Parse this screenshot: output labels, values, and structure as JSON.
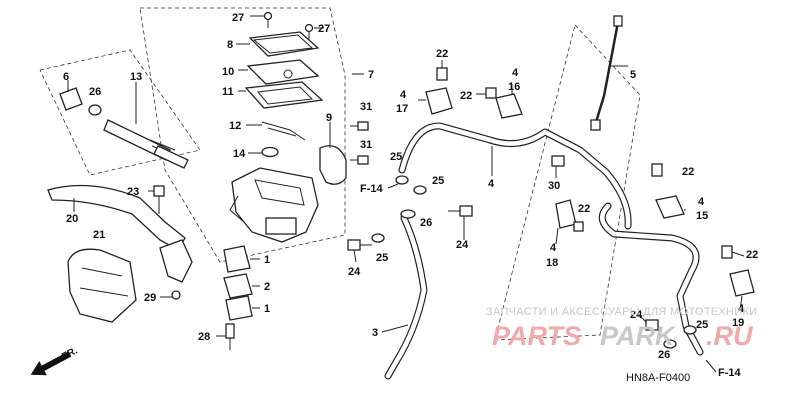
{
  "diagram": {
    "callouts": [
      {
        "id": "c27a",
        "label": "27"
      },
      {
        "id": "c27b",
        "label": "27"
      },
      {
        "id": "c8",
        "label": "8"
      },
      {
        "id": "c10",
        "label": "10"
      },
      {
        "id": "c11",
        "label": "11"
      },
      {
        "id": "c7",
        "label": "7"
      },
      {
        "id": "c6",
        "label": "6"
      },
      {
        "id": "c13",
        "label": "13"
      },
      {
        "id": "c26a",
        "label": "26"
      },
      {
        "id": "c12",
        "label": "12"
      },
      {
        "id": "c14",
        "label": "14"
      },
      {
        "id": "c9",
        "label": "9"
      },
      {
        "id": "c31a",
        "label": "31"
      },
      {
        "id": "c31b",
        "label": "31"
      },
      {
        "id": "c23",
        "label": "23"
      },
      {
        "id": "c20",
        "label": "20"
      },
      {
        "id": "c21",
        "label": "21"
      },
      {
        "id": "c1a",
        "label": "1"
      },
      {
        "id": "c2",
        "label": "2"
      },
      {
        "id": "c1b",
        "label": "1"
      },
      {
        "id": "c29",
        "label": "29"
      },
      {
        "id": "c28",
        "label": "28"
      },
      {
        "id": "c22a",
        "label": "22"
      },
      {
        "id": "c4a",
        "label": "4"
      },
      {
        "id": "c17",
        "label": "17"
      },
      {
        "id": "c22b",
        "label": "22"
      },
      {
        "id": "c4b",
        "label": "4"
      },
      {
        "id": "c16",
        "label": "16"
      },
      {
        "id": "c5",
        "label": "5"
      },
      {
        "id": "c25a",
        "label": "25"
      },
      {
        "id": "c4c",
        "label": "4"
      },
      {
        "id": "c25b",
        "label": "25"
      },
      {
        "id": "c26b",
        "label": "26"
      },
      {
        "id": "c24a",
        "label": "24"
      },
      {
        "id": "c25c",
        "label": "25"
      },
      {
        "id": "c24b",
        "label": "24"
      },
      {
        "id": "c3",
        "label": "3"
      },
      {
        "id": "c30",
        "label": "30"
      },
      {
        "id": "c22c",
        "label": "22"
      },
      {
        "id": "c4d",
        "label": "4"
      },
      {
        "id": "c18",
        "label": "18"
      },
      {
        "id": "c22d",
        "label": "22"
      },
      {
        "id": "c4e",
        "label": "4"
      },
      {
        "id": "c15",
        "label": "15"
      },
      {
        "id": "c22e",
        "label": "22"
      },
      {
        "id": "c4f",
        "label": "4"
      },
      {
        "id": "c19",
        "label": "19"
      },
      {
        "id": "c24c",
        "label": "24"
      },
      {
        "id": "c25d",
        "label": "25"
      },
      {
        "id": "c26c",
        "label": "26"
      }
    ],
    "refs": {
      "f14_left": "F-14",
      "f14_right": "F-14"
    },
    "direction_label": "FR.",
    "diagram_code": "HN8A-F0400"
  },
  "watermark": {
    "caption": "ЗАПЧАСТИ И АКСЕССУАРЫ ДЛЯ МОТОТЕХНИКИ",
    "logo_left": "PARTS",
    "logo_right": "PARK",
    "logo_suffix": ".RU",
    "colors": {
      "logo": "#f2a9ab",
      "grey": "#c8c8c8"
    }
  }
}
